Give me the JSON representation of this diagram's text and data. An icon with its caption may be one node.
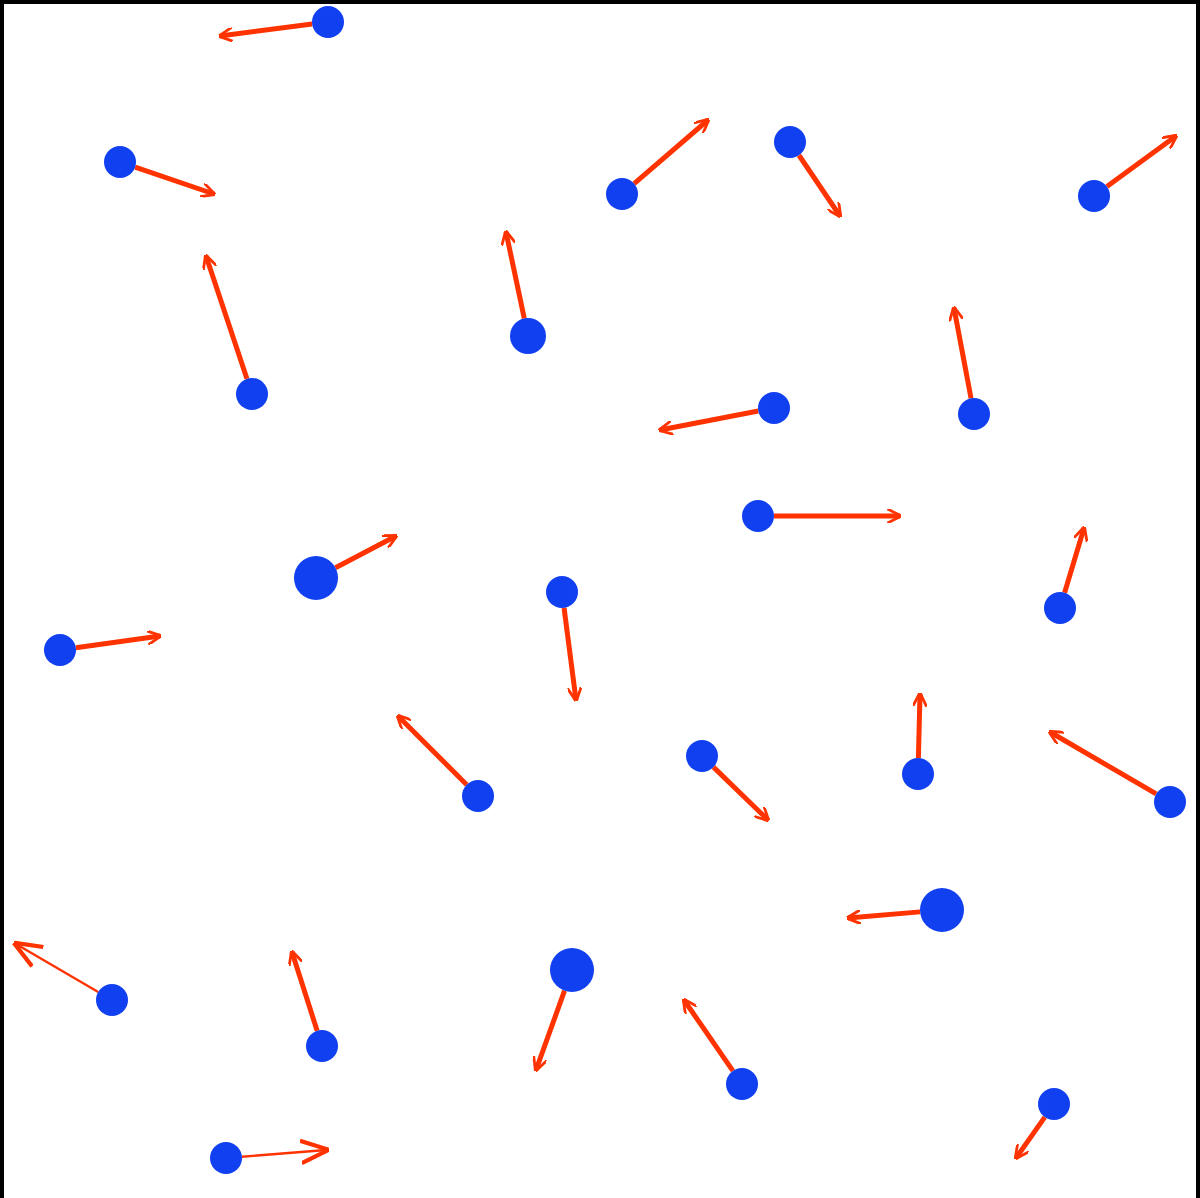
{
  "diagram": {
    "nodes": [
      {
        "text": [],
        "shape": "circle"
      },
      {
        "text": [],
        "shape": "circle"
      },
      {
        "text": [],
        "shape": "circle"
      },
      {
        "text": [],
        "shape": "circle"
      },
      {
        "text": [],
        "shape": "circle"
      },
      {
        "text": [],
        "shape": "circle"
      },
      {
        "text": [],
        "shape": "circle"
      },
      {
        "text": [],
        "shape": "circle"
      },
      {
        "text": [],
        "shape": "circle"
      },
      {
        "text": [],
        "shape": "circle"
      },
      {
        "text": [],
        "shape": "circle"
      },
      {
        "text": [],
        "shape": "circle"
      },
      {
        "text": [],
        "shape": "circle"
      },
      {
        "text": [],
        "shape": "circle"
      },
      {
        "text": [],
        "shape": "circle"
      },
      {
        "text": [],
        "shape": "circle"
      },
      {
        "text": [],
        "shape": "circle"
      },
      {
        "text": [],
        "shape": "circle"
      },
      {
        "text": [],
        "shape": "circle"
      },
      {
        "text": [],
        "shape": "circle"
      },
      {
        "text": [],
        "shape": "circle"
      },
      {
        "text": [],
        "shape": "circle"
      },
      {
        "text": [],
        "shape": "circle"
      },
      {
        "text": [],
        "shape": "circle"
      },
      {
        "text": [],
        "shape": "circle"
      }
    ],
    "edges": [
      {
        "from": 0,
        "to": null,
        "arrow": "to"
      },
      {
        "from": 1,
        "to": null,
        "arrow": "to"
      },
      {
        "from": 2,
        "to": null,
        "arrow": "to"
      },
      {
        "from": 3,
        "to": null,
        "arrow": "to"
      },
      {
        "from": 4,
        "to": null,
        "arrow": "to"
      },
      {
        "from": 5,
        "to": null,
        "arrow": "to"
      },
      {
        "from": 6,
        "to": null,
        "arrow": "to"
      },
      {
        "from": 7,
        "to": null,
        "arrow": "to"
      },
      {
        "from": 8,
        "to": null,
        "arrow": "to"
      },
      {
        "from": 9,
        "to": null,
        "arrow": "to"
      },
      {
        "from": 10,
        "to": null,
        "arrow": "to"
      },
      {
        "from": 11,
        "to": null,
        "arrow": "to"
      },
      {
        "from": 12,
        "to": null,
        "arrow": "to"
      },
      {
        "from": 13,
        "to": null,
        "arrow": "to"
      },
      {
        "from": 14,
        "to": null,
        "arrow": "to"
      },
      {
        "from": 15,
        "to": null,
        "arrow": "to"
      },
      {
        "from": 16,
        "to": null,
        "arrow": "to"
      },
      {
        "from": 17,
        "to": null,
        "arrow": "to"
      },
      {
        "from": 18,
        "to": null,
        "arrow": "to"
      },
      {
        "from": 19,
        "to": null,
        "arrow": "to"
      },
      {
        "from": 20,
        "to": null,
        "arrow": "to"
      },
      {
        "from": 21,
        "to": null,
        "arrow": "to"
      },
      {
        "from": 22,
        "to": null,
        "arrow": "to"
      },
      {
        "from": 23,
        "to": null,
        "arrow": "to"
      },
      {
        "from": 24,
        "to": null,
        "arrow": "to"
      }
    ]
  }
}
